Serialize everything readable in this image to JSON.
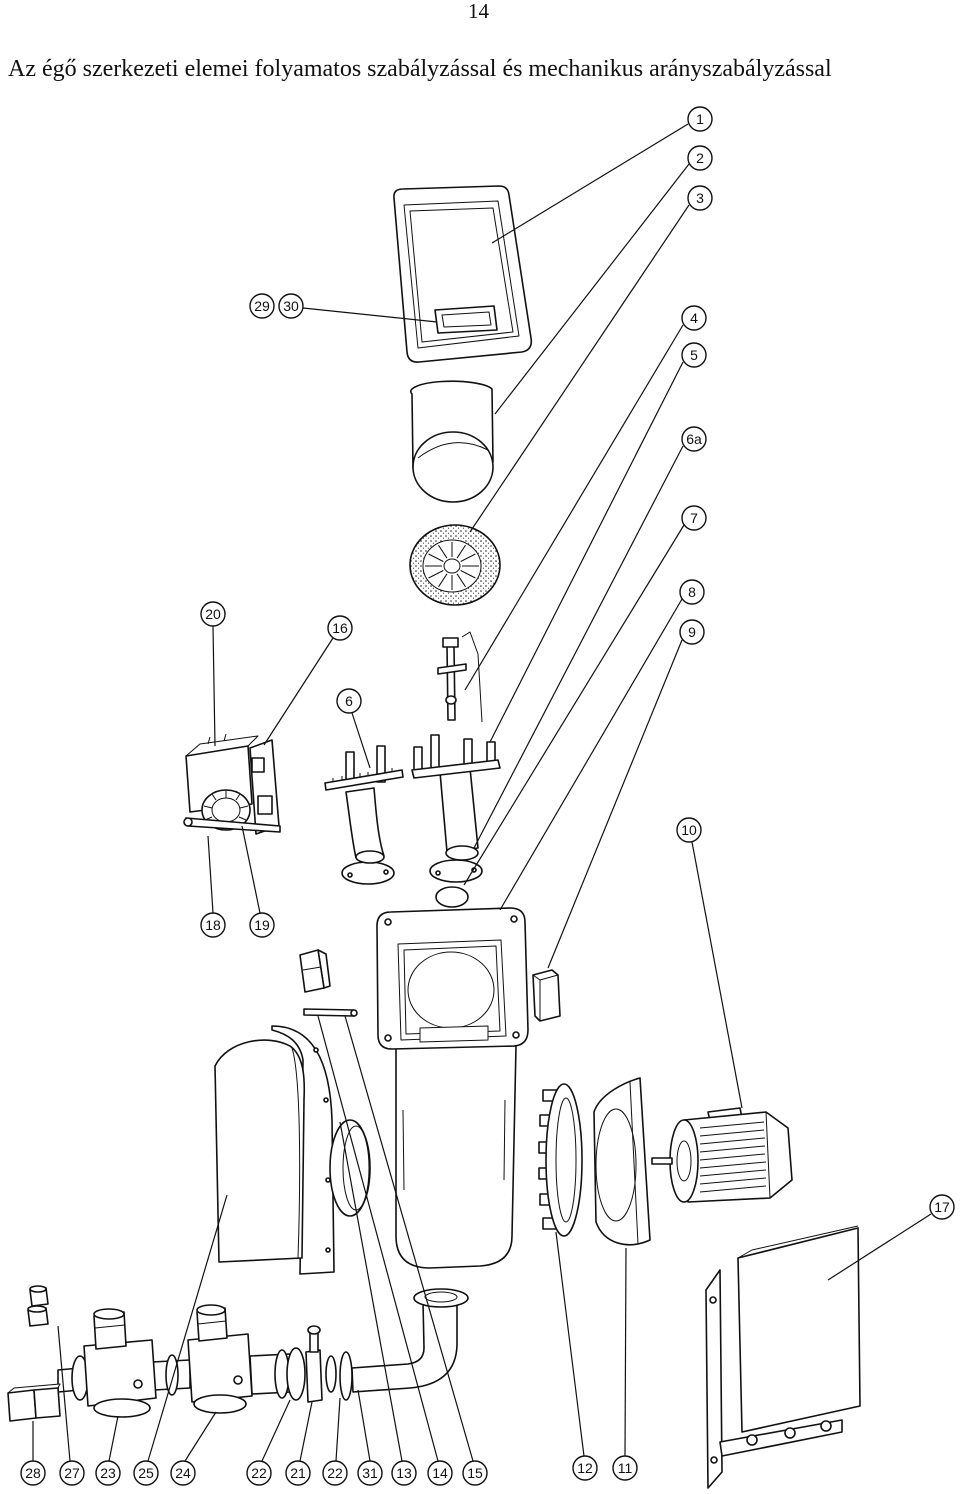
{
  "page_number": "14",
  "title": "Az égő szerkezeti elemei folyamatos szabályzással és mechanikus arányszabályzással",
  "callouts": [
    "1",
    "2",
    "3",
    "4",
    "5",
    "6a",
    "7",
    "8",
    "9",
    "10",
    "17",
    "29",
    "30",
    "20",
    "16",
    "6",
    "18",
    "19",
    "28",
    "27",
    "23",
    "25",
    "24",
    "22",
    "21",
    "22",
    "31",
    "13",
    "14",
    "15",
    "12",
    "11"
  ]
}
